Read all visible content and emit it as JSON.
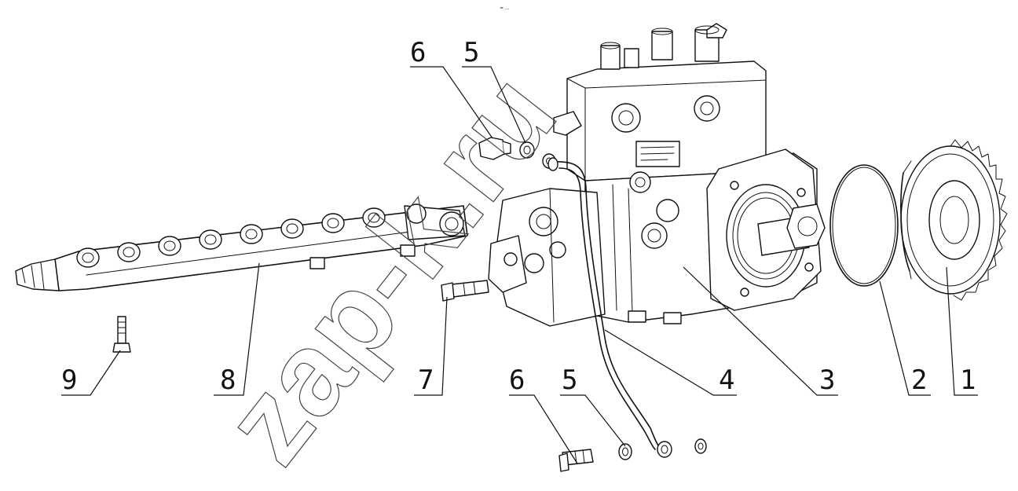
{
  "watermark": "zap-k.ru",
  "top_mark": "≈ ...",
  "callouts": [
    {
      "id": "c6-top",
      "label": "6"
    },
    {
      "id": "c5-top",
      "label": "5"
    },
    {
      "id": "c9",
      "label": "9"
    },
    {
      "id": "c8",
      "label": "8"
    },
    {
      "id": "c7",
      "label": "7"
    },
    {
      "id": "c6-bottom",
      "label": "6"
    },
    {
      "id": "c5-bottom",
      "label": "5"
    },
    {
      "id": "c4",
      "label": "4"
    },
    {
      "id": "c3",
      "label": "3"
    },
    {
      "id": "c2",
      "label": "2"
    },
    {
      "id": "c1",
      "label": "1"
    }
  ]
}
